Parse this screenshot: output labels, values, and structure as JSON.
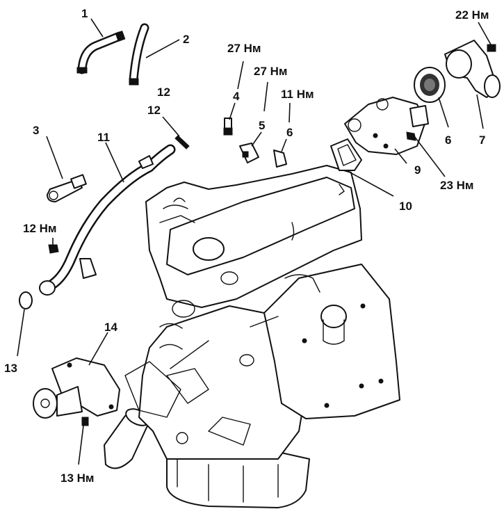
{
  "labels": {
    "l1": "1",
    "l2": "2",
    "l3": "3",
    "l4": "4",
    "l5": "5",
    "l6a": "6",
    "l6b": "6",
    "l7": "7",
    "l9": "9",
    "l10": "10",
    "l11": "11",
    "l12a": "12",
    "l12b": "12",
    "l13": "13",
    "l14": "14",
    "t22": "22 Нм",
    "t27a": "27 Нм",
    "t27b": "27 Нм",
    "t11": "11 Нм",
    "t23": "23 Нм",
    "t12": "12 Нм",
    "t13": "13 Нм"
  }
}
